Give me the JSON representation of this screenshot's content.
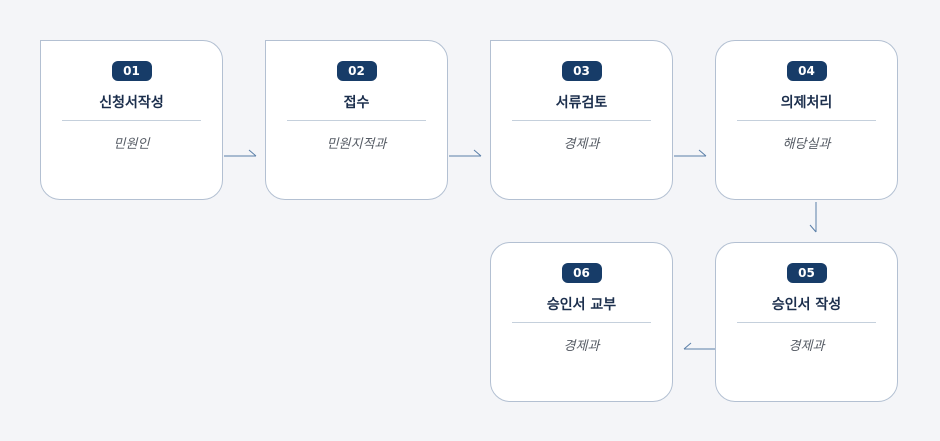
{
  "steps": [
    {
      "num": "01",
      "title": "신청서작성",
      "dept": "민원인"
    },
    {
      "num": "02",
      "title": "접수",
      "dept": "민원지적과"
    },
    {
      "num": "03",
      "title": "서류검토",
      "dept": "경제과"
    },
    {
      "num": "04",
      "title": "의제처리",
      "dept": "해당실과"
    },
    {
      "num": "05",
      "title": "승인서 작성",
      "dept": "경제과"
    },
    {
      "num": "06",
      "title": "승인서 교부",
      "dept": "경제과"
    }
  ],
  "colors": {
    "badge": "#173c68",
    "border": "#b3c0d2",
    "connector": "#5a7fa8"
  }
}
